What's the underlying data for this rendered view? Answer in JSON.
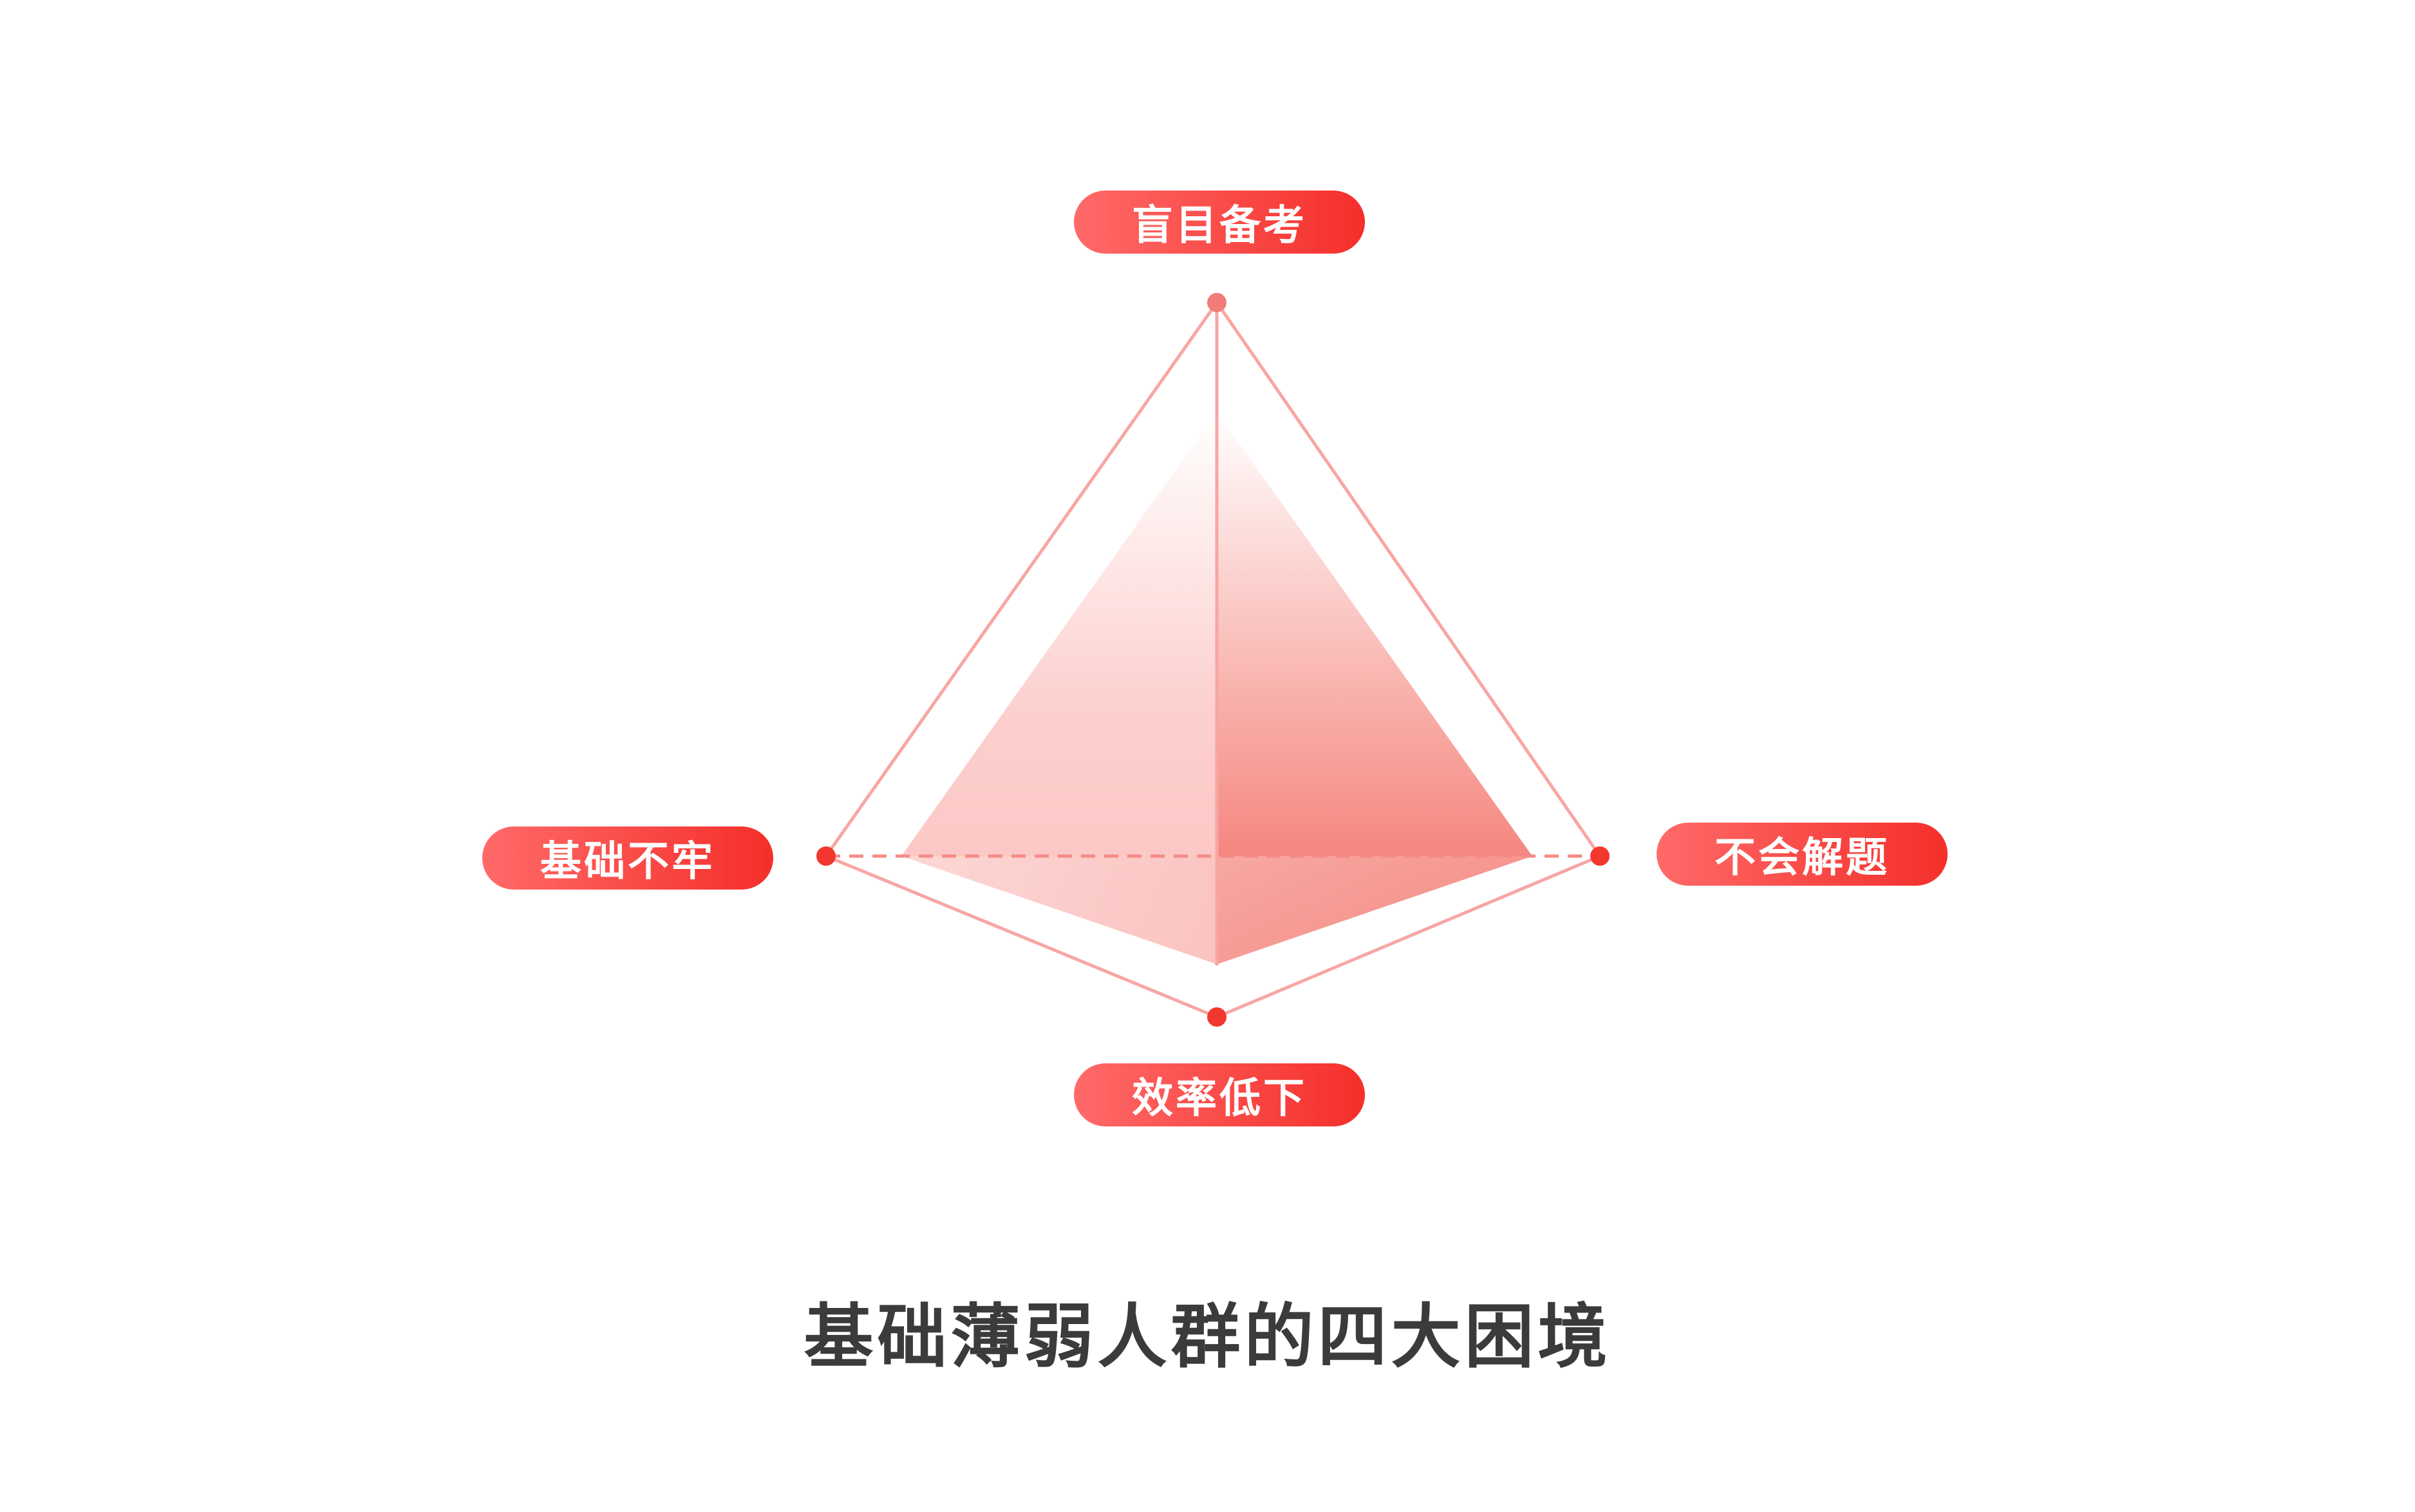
{
  "labels": {
    "top": "盲目备考",
    "left": "基础不牢",
    "right": "不会解题",
    "bottom": "效率低下"
  },
  "caption": "基础薄弱人群的四大困境",
  "colors": {
    "accent_start": "#fe6a69",
    "accent_end": "#f52f2a",
    "outline": "#f7a6a4",
    "vertex_dot": "#f2372f",
    "fill_light": "#fde3e2",
    "fill_dark": "#f4756d",
    "caption_text": "#3b3b3b"
  }
}
